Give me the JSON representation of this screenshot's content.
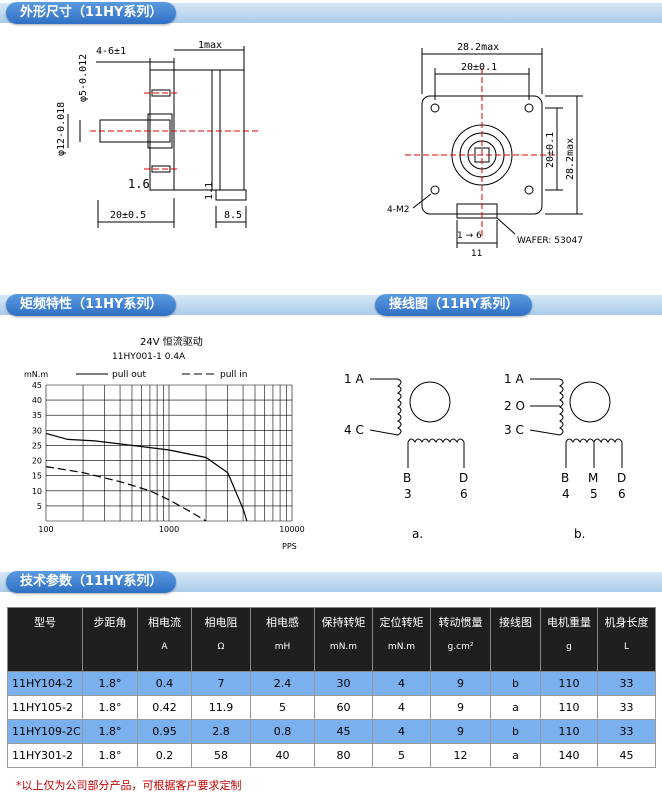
{
  "sections": {
    "dimensions": "外形尺寸（11HY系列）",
    "torque": "矩频特性（11HY系列）",
    "wiring": "接线图（11HY系列）",
    "specs": "技术参数（11HY系列）"
  },
  "drawing_side": {
    "dim_top_left": "4-6±1",
    "dim_len": "1max",
    "dim_shaft_dia": "φ5-0.012",
    "dim_boss_dia": "φ12-0.018",
    "dim_flat": "1.6",
    "dim_flange": "1.1",
    "dim_20": "20±0.5",
    "dim_85": "8.5"
  },
  "drawing_front": {
    "dim_282_top": "28.2max",
    "dim_20_top": "20±0.1",
    "dim_20_right": "20±0.1",
    "dim_282_right": "28.2max",
    "holes": "4-M2",
    "pins": "1 → 6",
    "pin_width": "11",
    "connector": "WAFER: 53047"
  },
  "chart": {
    "header1": "24V 恒流驱动",
    "header2": "11HY001-1    0.4A",
    "legend_out": "pull out",
    "legend_in": "pull in",
    "yunit": "mN.m",
    "xunit": "PPS"
  },
  "chart_data": {
    "type": "line",
    "title": "24V 恒流驱动",
    "ylabel": "mN.m",
    "xlabel": "PPS",
    "xscale": "log",
    "xlim": [
      100,
      10000
    ],
    "ylim": [
      0,
      45
    ],
    "xticks": [
      "100",
      "1000",
      "10000"
    ],
    "yticks": [
      "5",
      "10",
      "15",
      "20",
      "25",
      "30",
      "35",
      "40",
      "45"
    ],
    "series": [
      {
        "name": "pull out",
        "x": [
          100,
          150,
          250,
          500,
          1000,
          2000,
          3000,
          4000,
          4300
        ],
        "y": [
          29,
          27,
          26.5,
          25,
          23.5,
          21,
          16,
          4,
          0
        ]
      },
      {
        "name": "pull in",
        "x": [
          100,
          200,
          400,
          700,
          1000,
          1500,
          2000
        ],
        "y": [
          18,
          16,
          13,
          10,
          7,
          3,
          0
        ]
      }
    ]
  },
  "wiring": {
    "a": {
      "l1": "1 A",
      "l2": "4 C",
      "b1": "B",
      "b2": "D",
      "n1": "3",
      "n2": "6",
      "caption": "a."
    },
    "b": {
      "l1": "1 A",
      "l2": "2 O",
      "l3": "3 C",
      "b1": "B",
      "b2": "M",
      "b3": "D",
      "n1": "4",
      "n2": "5",
      "n3": "6",
      "caption": "b."
    }
  },
  "table": {
    "headers": [
      {
        "label": "型号",
        "unit": ""
      },
      {
        "label": "步距角",
        "unit": ""
      },
      {
        "label": "相电流",
        "unit": "A"
      },
      {
        "label": "相电阻",
        "unit": "Ω"
      },
      {
        "label": "相电感",
        "unit": "mH"
      },
      {
        "label": "保持转矩",
        "unit": "mN.m"
      },
      {
        "label": "定位转矩",
        "unit": "mN.m"
      },
      {
        "label": "转动惯量",
        "unit": "g.cm²"
      },
      {
        "label": "接线图",
        "unit": ""
      },
      {
        "label": "电机重量",
        "unit": "g"
      },
      {
        "label": "机身长度",
        "unit": "L"
      }
    ],
    "rows": [
      [
        "11HY104-2",
        "1.8°",
        "0.4",
        "7",
        "2.4",
        "30",
        "4",
        "9",
        "b",
        "110",
        "33"
      ],
      [
        "11HY105-2",
        "1.8°",
        "0.42",
        "11.9",
        "5",
        "60",
        "4",
        "9",
        "a",
        "110",
        "33"
      ],
      [
        "11HY109-2C",
        "1.8°",
        "0.95",
        "2.8",
        "0.8",
        "45",
        "4",
        "9",
        "b",
        "110",
        "33"
      ],
      [
        "11HY301-2",
        "1.8°",
        "0.2",
        "58",
        "40",
        "80",
        "5",
        "12",
        "a",
        "140",
        "45"
      ]
    ]
  },
  "note": "*以上仅为公司部分产品，可根据客户要求定制"
}
